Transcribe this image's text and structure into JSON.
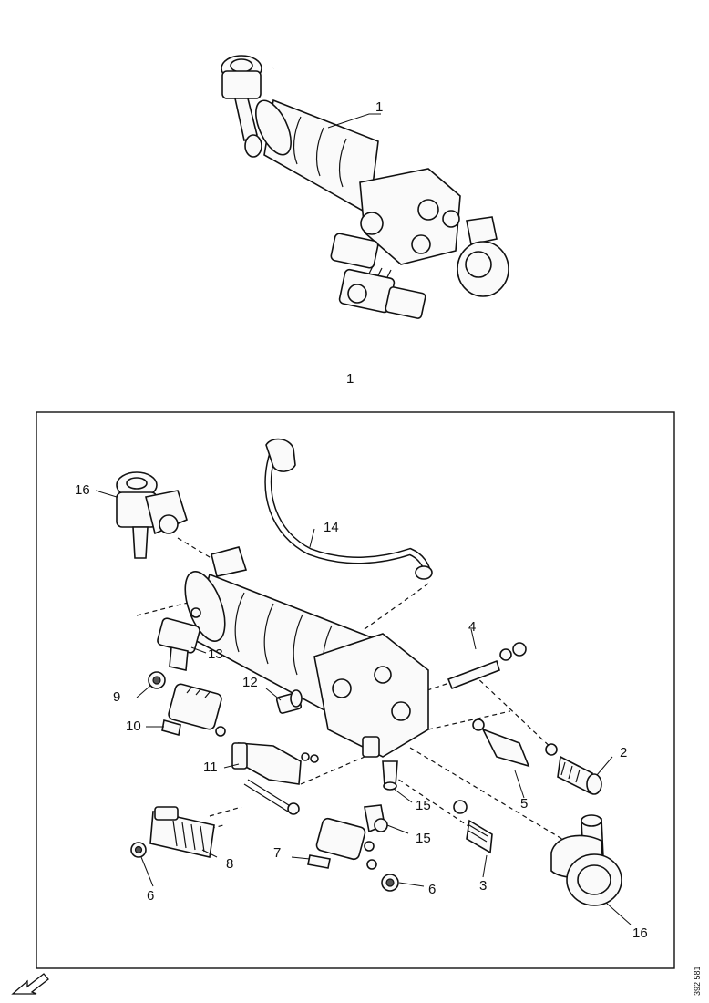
{
  "assembly": {
    "label": "1",
    "caption": "1"
  },
  "callouts": {
    "c2": "2",
    "c3": "3",
    "c4": "4",
    "c5": "5",
    "c6a": "6",
    "c6b": "6",
    "c7": "7",
    "c8": "8",
    "c9": "9",
    "c10": "10",
    "c11": "11",
    "c12": "12",
    "c13": "13",
    "c14": "14",
    "c15a": "15",
    "c15b": "15",
    "c16a": "16",
    "c16b": "16"
  },
  "reference_code": "392 581",
  "icons": {
    "direction": "arrow-front-icon"
  }
}
